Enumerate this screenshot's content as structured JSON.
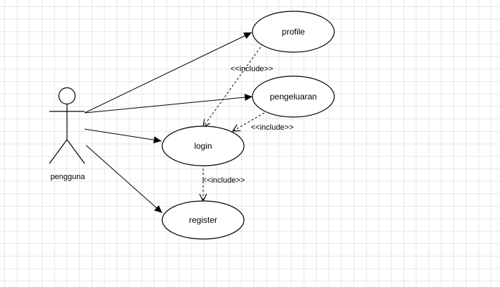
{
  "actor": {
    "name": "pengguna"
  },
  "use_cases": {
    "profile": "profile",
    "pengeluaran": "pengeluaran",
    "login": "login",
    "register": "register"
  },
  "relations": {
    "include_profile_login": "<<include>>",
    "include_pengeluaran_login": "<<include>>",
    "include_login_register": "<<include>>"
  },
  "colors": {
    "stroke": "#000000",
    "grid": "#e6e6e6",
    "background": "#ffffff"
  }
}
